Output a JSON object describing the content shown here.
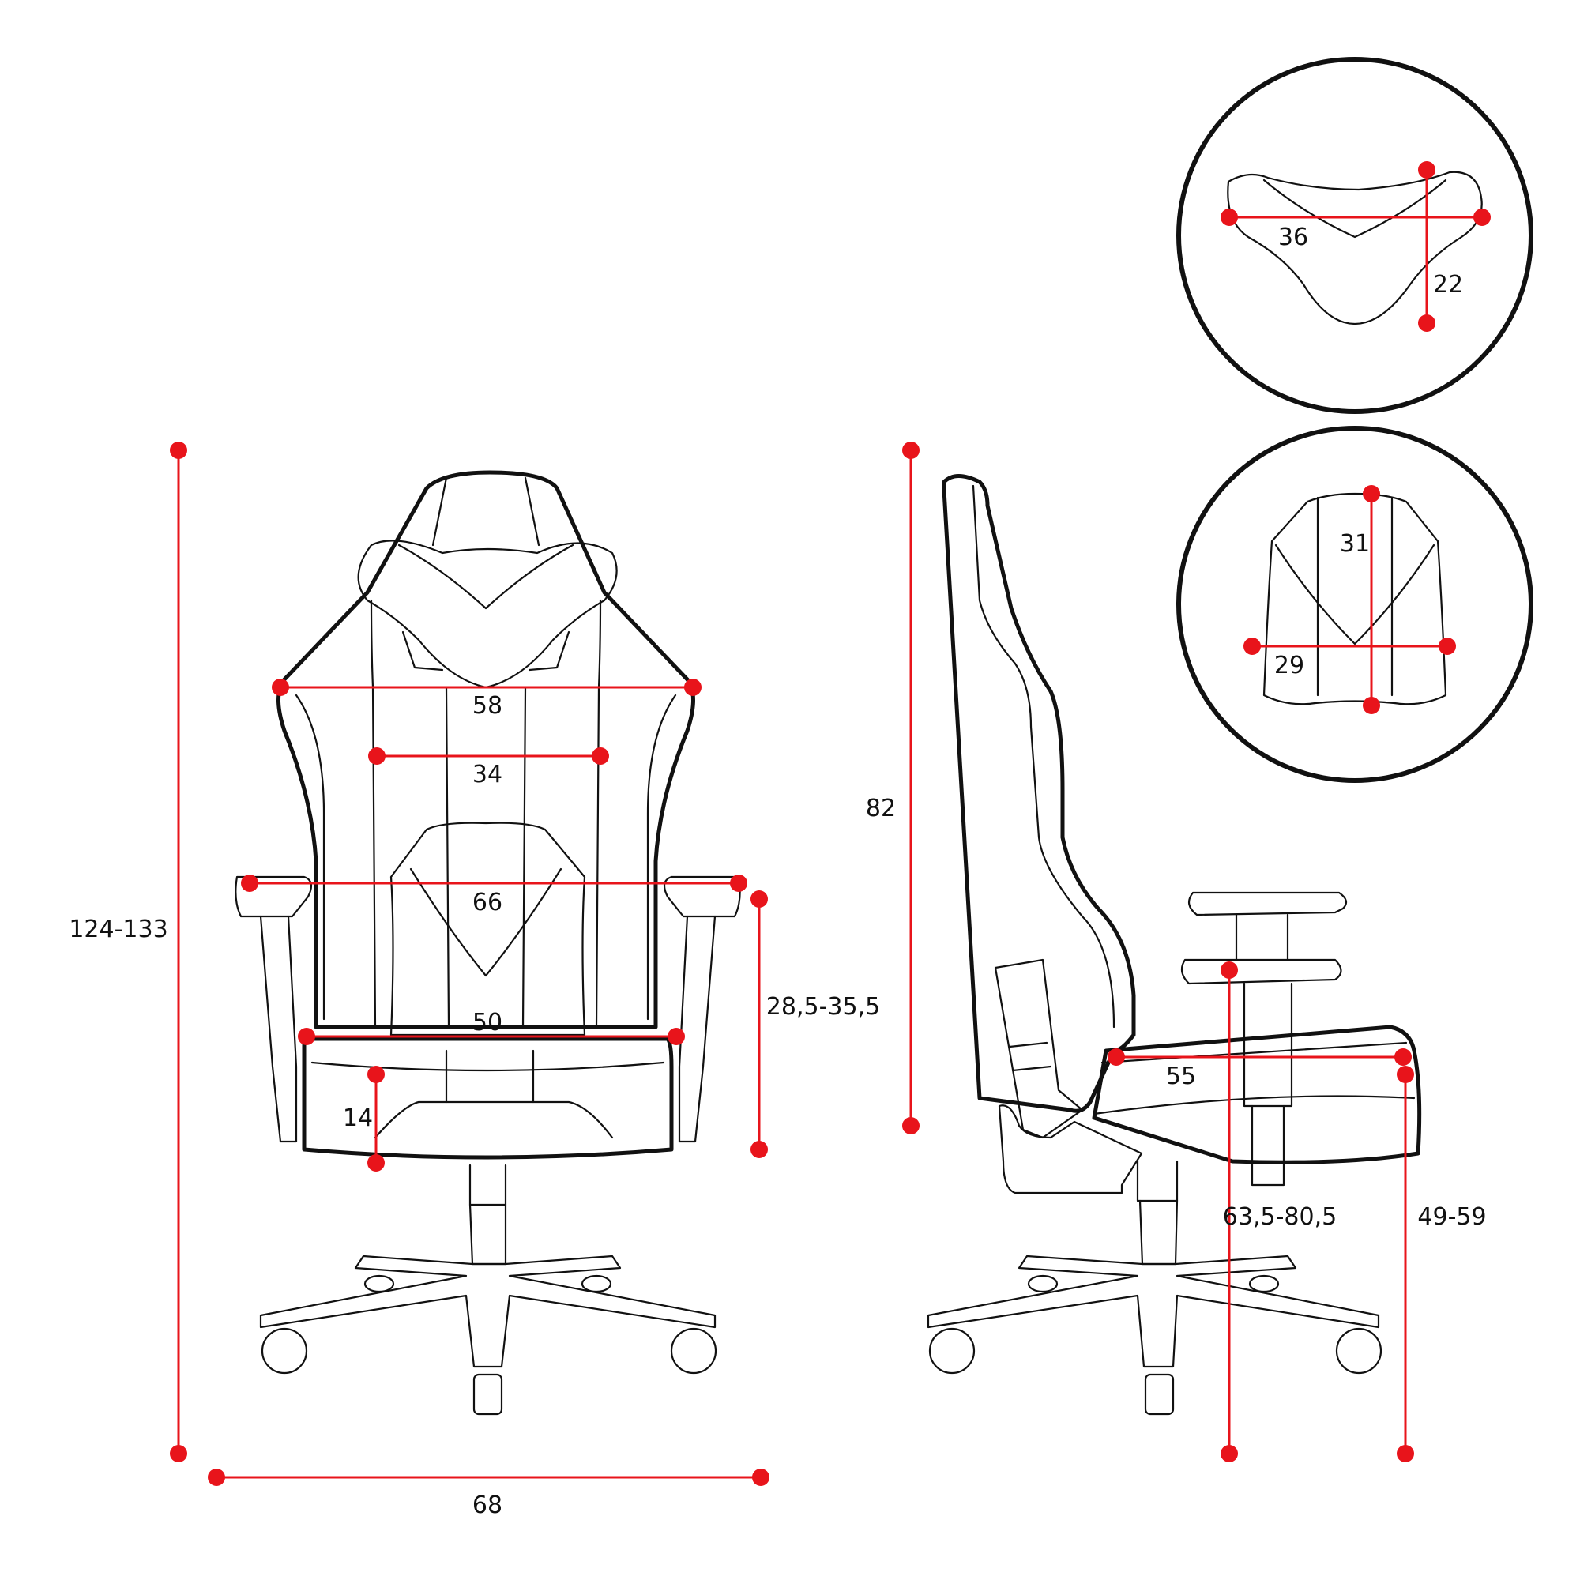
{
  "colors": {
    "dimension": "#e8141b",
    "outline": "#111111",
    "background": "#ffffff"
  },
  "dimensions": {
    "front": {
      "total_height": "124-133",
      "shoulder_width": "58",
      "backrest_inner_width": "34",
      "armrest_width": "66",
      "seat_width": "50",
      "seat_cushion_height": "14",
      "armrest_height": "28,5-35,5",
      "base_width": "68"
    },
    "side": {
      "backrest_height": "82",
      "seat_depth": "55",
      "armrest_floor_height": "63,5-80,5",
      "seat_height": "49-59"
    },
    "headrest_pillow": {
      "width": "36",
      "height": "22"
    },
    "lumbar_pillow": {
      "height": "31",
      "width": "29"
    }
  }
}
